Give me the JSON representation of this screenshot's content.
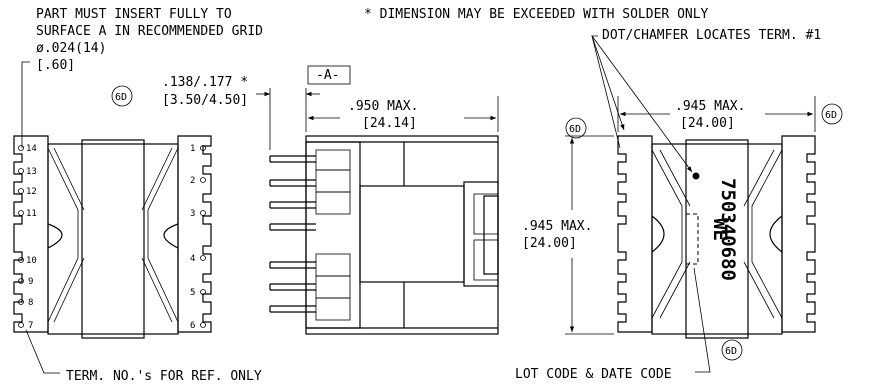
{
  "notes": {
    "insert_line1": "PART MUST INSERT FULLY TO",
    "insert_line2": "SURFACE A IN RECOMMENDED GRID",
    "hole_dia": "ø.024(14)",
    "hole_dia_mm": "[.60]",
    "solder": "* DIMENSION MAY BE EXCEEDED WITH SOLDER ONLY",
    "dot_chamfer": "DOT/CHAMFER LOCATES TERM. #1",
    "term_ref": "TERM. NO.'s FOR REF. ONLY",
    "lot_code": "LOT CODE & DATE CODE"
  },
  "callout_label": "6D",
  "datum_label": "-A-",
  "dimensions": {
    "standoff_in": ".138/.177 *",
    "standoff_mm": "[3.50/4.50]",
    "side_width_in": ".950 MAX.",
    "side_width_mm": "[24.14]",
    "top_width_in": ".945 MAX.",
    "top_width_mm": "[24.00]",
    "top_height_in": ".945 MAX.",
    "top_height_mm": "[24.00]"
  },
  "pins_left": [
    "14",
    "13",
    "12",
    "11",
    "10",
    "9",
    "8",
    "7"
  ],
  "pins_right": [
    "1",
    "2",
    "3",
    "4",
    "5",
    "6"
  ],
  "part_number": "750340680",
  "logo_text": "WE"
}
